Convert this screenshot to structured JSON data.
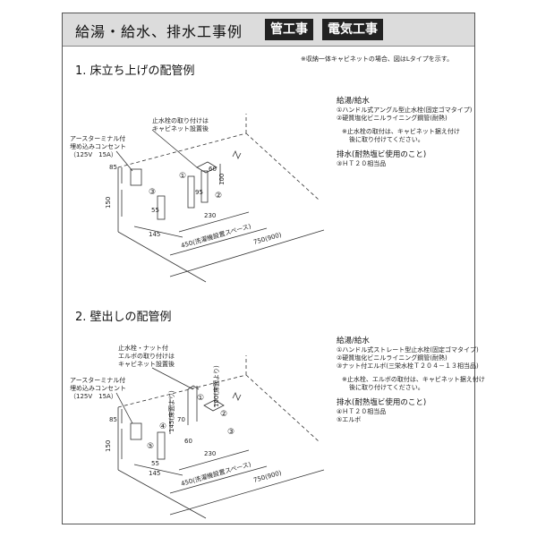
{
  "header": {
    "title": "給湯・給水、排水工事例",
    "tags": [
      "管工事",
      "電気工事"
    ]
  },
  "note_top": "※収納一体キャビネットの場合、図はLタイプを示す。",
  "section1": {
    "title": "1. 床立ち上げの配管例",
    "callouts": {
      "outlet": [
        "アースターミナル付",
        "埋め込みコンセント",
        "（125V　15A）"
      ],
      "valve": [
        "止水栓の取り付けは",
        "キャビネット設置後"
      ]
    },
    "dims": {
      "d85": "85",
      "d150": "150",
      "d145": "145",
      "d230": "230",
      "d450": "450(洗濯機設置スペース)",
      "d750": "750(900)",
      "d60": "60",
      "d100": "100",
      "d55": "55",
      "d95": "95"
    },
    "markers": [
      "①",
      "②",
      "③"
    ],
    "legend": {
      "supply_head": "給湯/給水",
      "supply_items": [
        "①ハンドル式アングル型止水栓(固定ゴマタイプ)",
        "②硬質塩化ビニルライニング鋼管(耐熱)"
      ],
      "supply_note": [
        "※止水栓の取付は、キャビネット据え付け",
        "後に取り付けてください。"
      ],
      "drain_head": "排水(耐熱塩ビ使用のこと)",
      "drain_items": [
        "③ＨＴ２０相当品"
      ]
    }
  },
  "section2": {
    "title": "2. 壁出しの配管例",
    "callouts": {
      "outlet": [
        "アースターミナル付",
        "埋め込みコンセント",
        "（125V　15A）"
      ],
      "valve": [
        "止水栓・ナット付",
        "エルボの取り付けは",
        "キャビネット設置後"
      ]
    },
    "dims": {
      "d85": "85",
      "d150": "150",
      "d145": "145",
      "d230": "230",
      "d450": "450(洗濯機設置スペース)",
      "d750": "750(900)",
      "d145floor": "145(床面より)",
      "d100floor": "100(床面より)",
      "d60": "60",
      "d55": "55",
      "d70": "70"
    },
    "markers": [
      "①",
      "②",
      "③",
      "④",
      "⑤"
    ],
    "legend": {
      "supply_head": "給湯/給水",
      "supply_items": [
        "①ハンドル式ストレート型止水栓(固定ゴマタイプ)",
        "②硬質塩化ビニルライニング鋼管(耐熱)",
        "③ナット付エルボ(三栄水栓Ｔ２０４－１３相当品)"
      ],
      "supply_note": [
        "※止水栓、エルボの取付は、キャビネット据え付け",
        "後に取り付けてください。"
      ],
      "drain_head": "排水(耐熱塩ビ使用のこと)",
      "drain_items": [
        "④ＨＴ２０相当品",
        "⑤エルボ"
      ]
    }
  }
}
